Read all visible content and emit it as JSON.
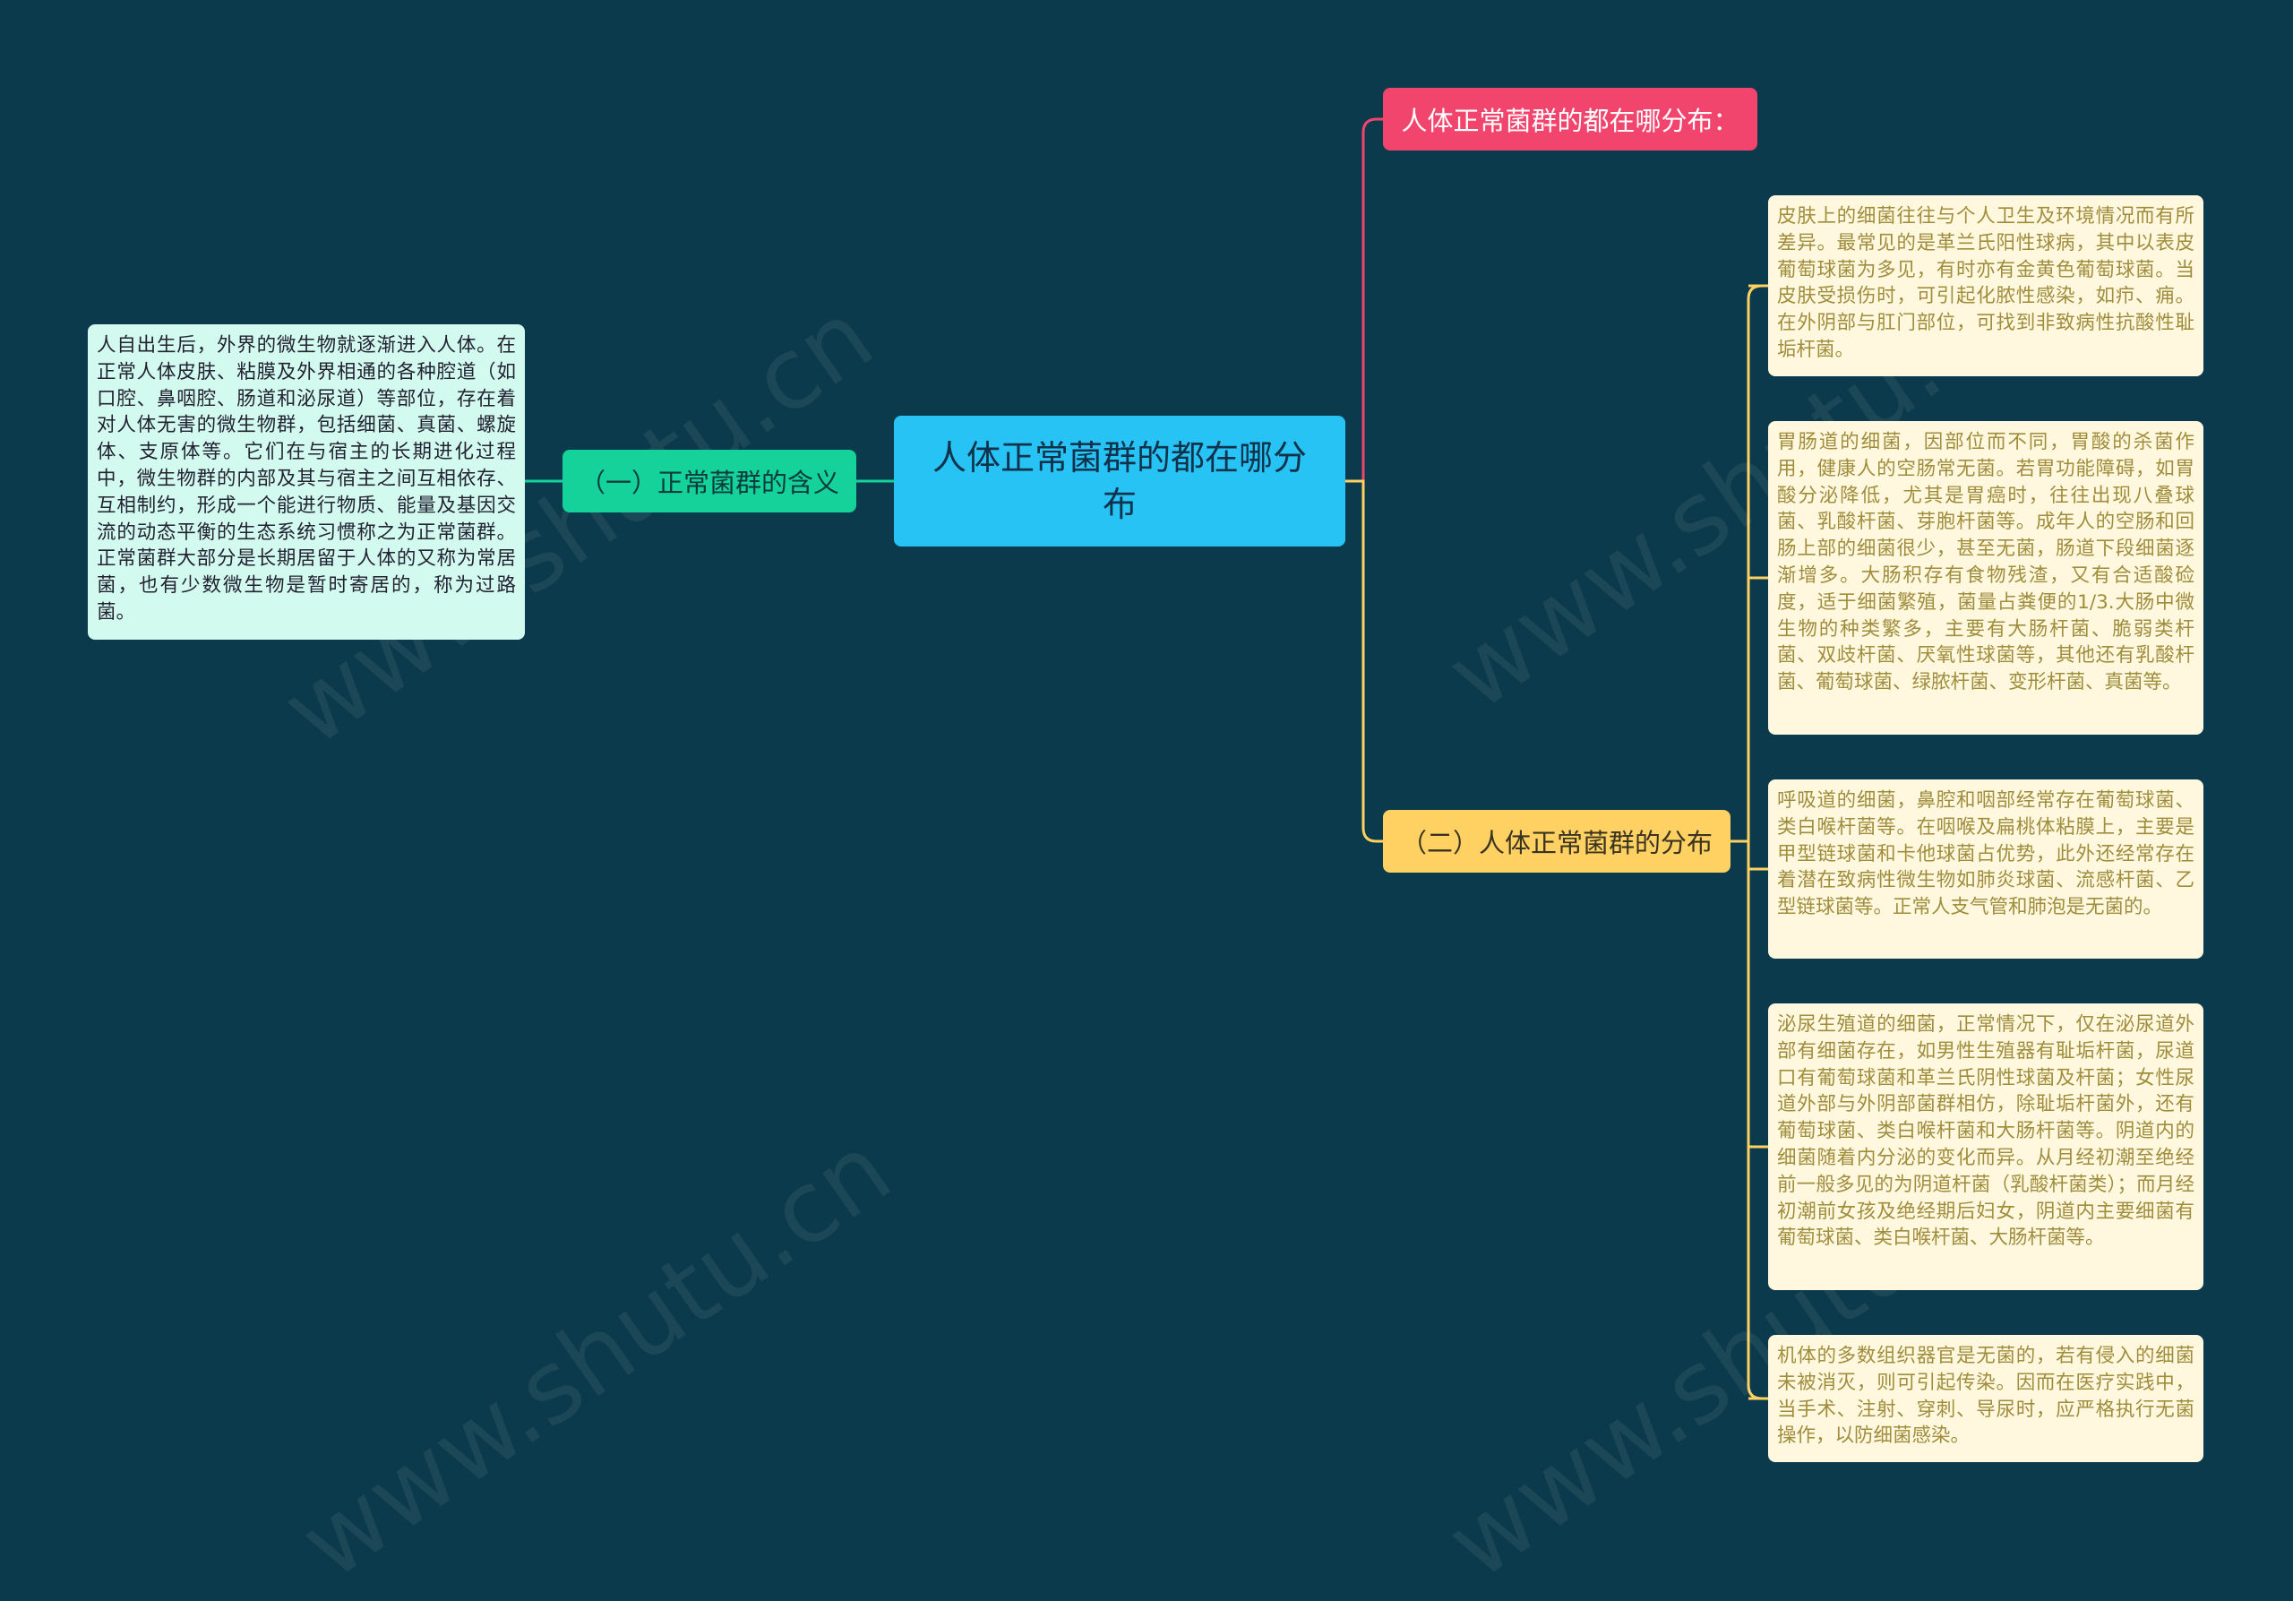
{
  "root": {
    "label": "人体正常菌群的都在哪分布"
  },
  "topics": {
    "meaning": {
      "label": "（一）正常菌群的含义"
    },
    "header": {
      "label": "人体正常菌群的都在哪分布："
    },
    "distribution": {
      "label": "（二）人体正常菌群的分布"
    }
  },
  "leaves": {
    "meaning_text": "人自出生后，外界的微生物就逐渐进入人体。在正常人体皮肤、粘膜及外界相通的各种腔道（如口腔、鼻咽腔、肠道和泌尿道）等部位，存在着对人体无害的微生物群，包括细菌、真菌、螺旋体、支原体等。它们在与宿主的长期进化过程中，微生物群的内部及其与宿主之间互相依存、互相制约，形成一个能进行物质、能量及基因交流的动态平衡的生态系统习惯称之为正常菌群。正常菌群大部分是长期居留于人体的又称为常居菌，也有少数微生物是暂时寄居的，称为过路菌。",
    "skin": "皮肤上的细菌往往与个人卫生及环境情况而有所差异。最常见的是革兰氏阳性球病，其中以表皮葡萄球菌为多见，有时亦有金黄色葡萄球菌。当皮肤受损伤时，可引起化脓性感染，如疖、痈。在外阴部与肛门部位，可找到非致病性抗酸性耻垢杆菌。",
    "gut": "胃肠道的细菌，因部位而不同，胃酸的杀菌作用，健康人的空肠常无菌。若胃功能障碍，如胃酸分泌降低，尤其是胃癌时，往往出现八叠球菌、乳酸杆菌、芽胞杆菌等。成年人的空肠和回肠上部的细菌很少，甚至无菌，肠道下段细菌逐渐增多。大肠积存有食物残渣，又有合适酸硷度，适于细菌繁殖，菌量占粪便的1/3.大肠中微生物的种类繁多，主要有大肠杆菌、脆弱类杆菌、双歧杆菌、厌氧性球菌等，其他还有乳酸杆菌、葡萄球菌、绿脓杆菌、变形杆菌、真菌等。",
    "respiratory": "呼吸道的细菌，鼻腔和咽部经常存在葡萄球菌、类白喉杆菌等。在咽喉及扁桃体粘膜上，主要是甲型链球菌和卡他球菌占优势，此外还经常存在着潜在致病性微生物如肺炎球菌、流感杆菌、乙型链球菌等。正常人支气管和肺泡是无菌的。",
    "urogenital": "泌尿生殖道的细菌，正常情况下，仅在泌尿道外部有细菌存在，如男性生殖器有耻垢杆菌，尿道口有葡萄球菌和革兰氏阴性球菌及杆菌；女性尿道外部与外阴部菌群相仿，除耻垢杆菌外，还有葡萄球菌、类白喉杆菌和大肠杆菌等。阴道内的细菌随着内分泌的变化而异。从月经初潮至绝经前一般多见的为阴道杆菌（乳酸杆菌类）；而月经初潮前女孩及绝经期后妇女，阴道内主要细菌有葡萄球菌、类白喉杆菌、大肠杆菌等。",
    "tissues": "机体的多数组织器官是无菌的，若有侵入的细菌未被消灭，则可引起传染。因而在医疗实践中，当手术、注射、穿刺、导尿时，应严格执行无菌操作，以防细菌感染。"
  },
  "watermark": {
    "text": "www.shutu.cn"
  },
  "colors": {
    "background": "#0a3a4b",
    "root": "#28c3f5",
    "meaning_branch": "#14d29a",
    "header_branch": "#f2456d",
    "distribution_branch": "#ffd162",
    "leaf_left": "#d3faee",
    "leaf_right": "#fff8df"
  }
}
